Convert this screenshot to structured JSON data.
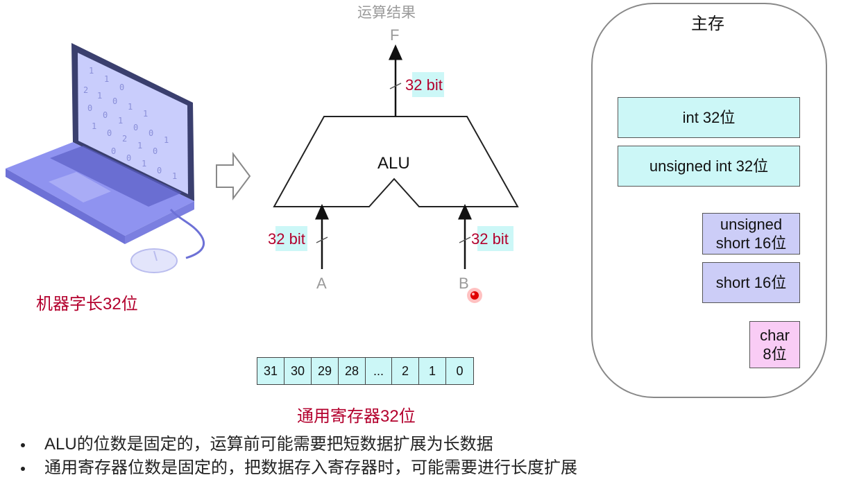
{
  "machine": {
    "label": "机器字长32位"
  },
  "alu": {
    "label": "ALU",
    "output_heading": "运算结果",
    "output_name": "F",
    "input_a": "A",
    "input_b": "B",
    "width_out": "32 bit",
    "width_a": "32 bit",
    "width_b": "32 bit"
  },
  "register": {
    "caption": "通用寄存器32位",
    "cells": [
      "31",
      "30",
      "29",
      "28",
      "...",
      "2",
      "1",
      "0"
    ]
  },
  "memory": {
    "title": "主存",
    "boxes": {
      "int": "int 32位",
      "unsigned_int": "unsigned int 32位",
      "unsigned_short_1": "unsigned",
      "unsigned_short_2": "short 16位",
      "short": "short 16位",
      "char_1": "char",
      "char_2": "8位"
    }
  },
  "notes": [
    "ALU的位数是固定的，运算前可能需要把短数据扩展为长数据",
    "通用寄存器位数是固定的，把数据存入寄存器时，可能需要进行长度扩展"
  ],
  "colors": {
    "accent_red": "#b3002d",
    "cyan": "#ccf7f7",
    "lavender": "#cccdf7",
    "pink": "#f9ccf5",
    "laptop": "#8f93f0"
  }
}
